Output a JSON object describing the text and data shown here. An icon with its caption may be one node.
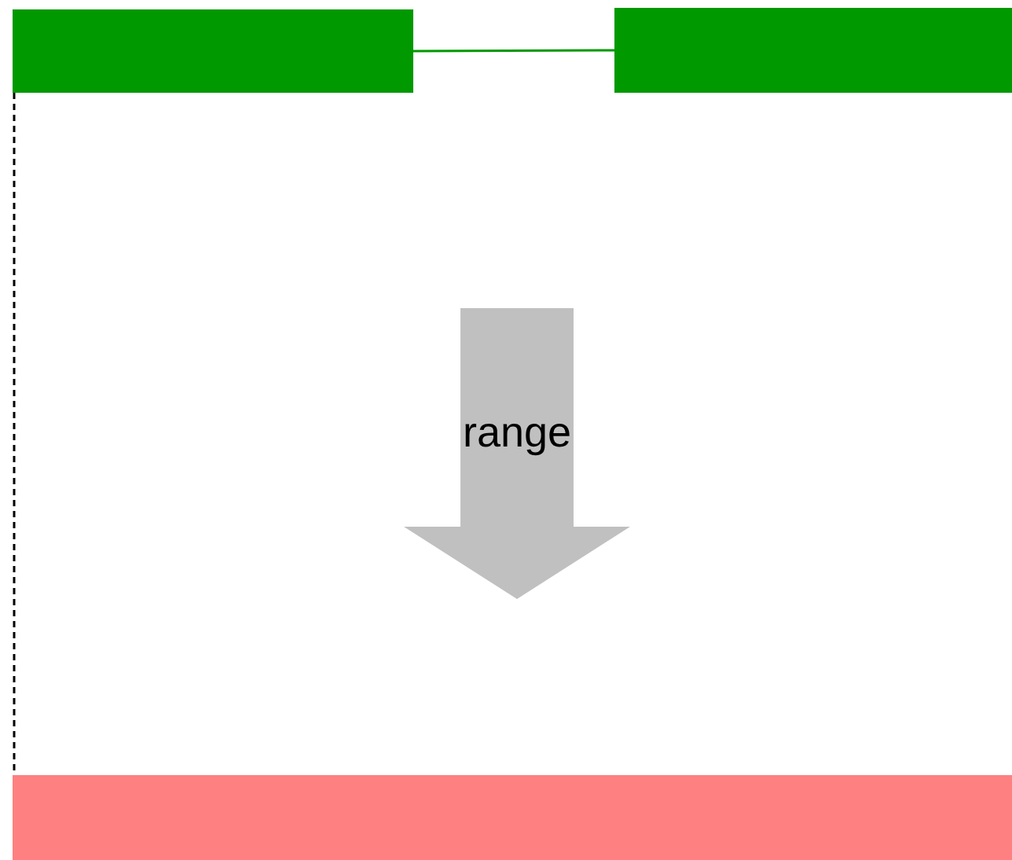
{
  "diagram": {
    "nodes": [
      {
        "text": [],
        "shape": "bar"
      },
      {
        "text": [],
        "shape": "bar"
      },
      {
        "text": [
          "range"
        ]
      },
      {
        "text": [],
        "shape": "bar"
      }
    ],
    "edges": [
      {
        "from": 0,
        "to": 1,
        "arrow": "none"
      },
      {
        "from": 0,
        "to": 3,
        "arrow": "none",
        "style": "dashed",
        "color": "#000000"
      }
    ]
  }
}
